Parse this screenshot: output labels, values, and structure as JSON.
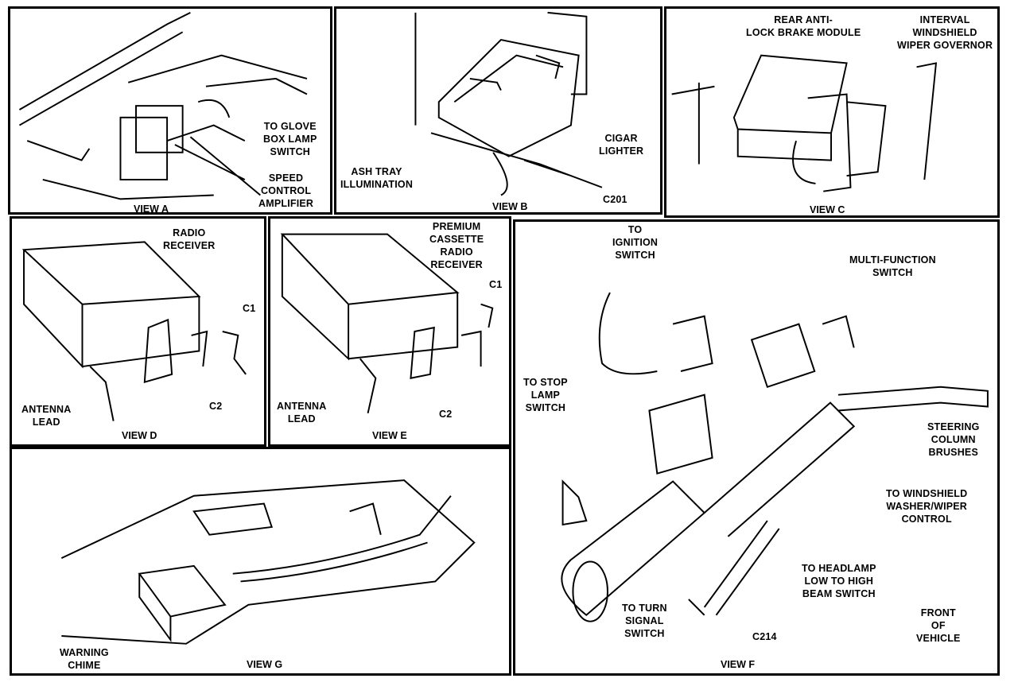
{
  "views": {
    "a": {
      "title": "VIEW A",
      "labels": [
        "TO GLOVE\nBOX LAMP\nSWITCH",
        "SPEED\nCONTROL\nAMPLIFIER"
      ]
    },
    "b": {
      "title": "VIEW B",
      "labels": [
        "ASH TRAY\nILLUMINATION",
        "CIGAR\nLIGHTER",
        "C201"
      ]
    },
    "c": {
      "title": "VIEW C",
      "labels": [
        "REAR ANTI-\nLOCK BRAKE MODULE",
        "INTERVAL\nWINDSHIELD\nWIPER GOVERNOR"
      ]
    },
    "d": {
      "title": "VIEW D",
      "labels": [
        "RADIO\nRECEIVER",
        "C1",
        "C2",
        "ANTENNA\nLEAD"
      ]
    },
    "e": {
      "title": "VIEW E",
      "labels": [
        "PREMIUM\nCASSETTE\nRADIO\nRECEIVER",
        "C1",
        "C2",
        "ANTENNA\nLEAD"
      ]
    },
    "f": {
      "title": "VIEW F",
      "labels": [
        "TO\nIGNITION\nSWITCH",
        "MULTI-FUNCTION\nSWITCH",
        "TO STOP\nLAMP\nSWITCH",
        "STEERING\nCOLUMN\nBRUSHES",
        "TO WINDSHIELD\nWASHER/WIPER\nCONTROL",
        "TO HEADLAMP\nLOW TO HIGH\nBEAM SWITCH",
        "TO TURN\nSIGNAL\nSWITCH",
        "C214",
        "FRONT\nOF\nVEHICLE"
      ]
    },
    "g": {
      "title": "VIEW G",
      "labels": [
        "WARNING\nCHIME"
      ]
    }
  }
}
